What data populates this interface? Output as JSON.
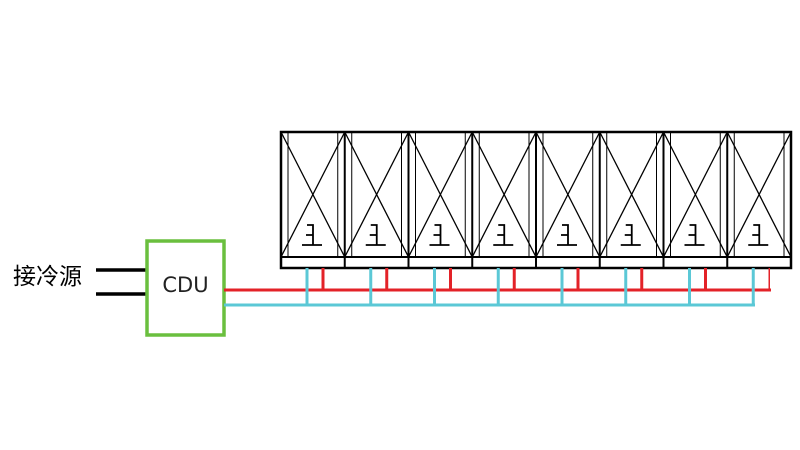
{
  "diagram": {
    "source_label": "接冷源",
    "cdu_label": "CDU",
    "cabinet_count": 8,
    "colors": {
      "supply": "#e32228",
      "return": "#5bc8d6",
      "cdu_border": "#6abf3e",
      "frame": "#000000",
      "source_lines": "#000000"
    }
  }
}
